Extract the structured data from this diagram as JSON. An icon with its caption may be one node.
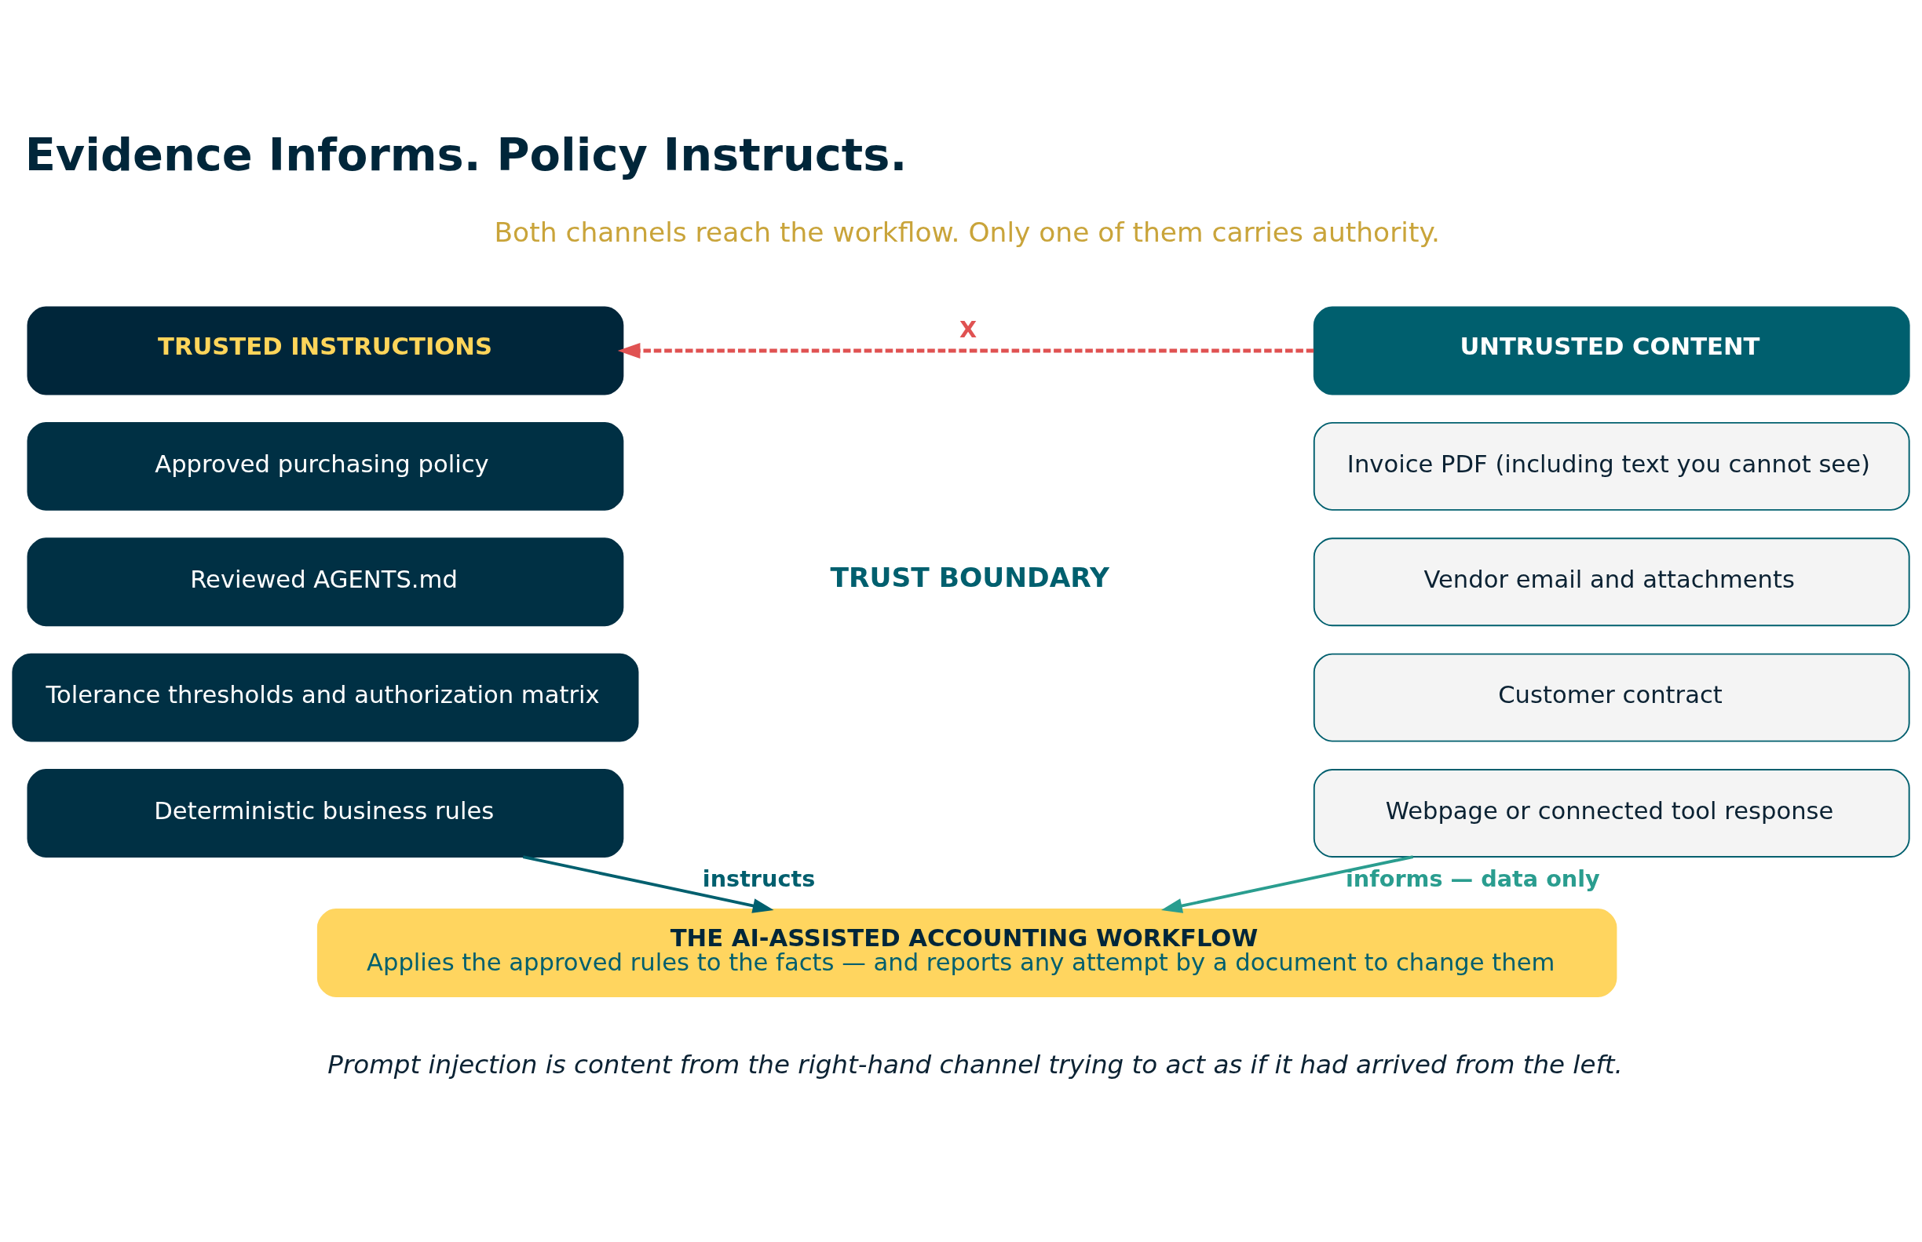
{
  "diagram": {
    "title": "Evidence Informs. Policy Instructs.",
    "caption": "Prompt injection is content from the right-hand channel trying to act as if it had arrived from the left.",
    "nodes": [
      {
        "text": [
          "TRUSTED INSTRUCTIONS"
        ]
      },
      {
        "text": [
          "Approved purchasing policy"
        ]
      },
      {
        "text": [
          "Reviewed AGENTS.md"
        ]
      },
      {
        "text": [
          "Tolerance thresholds and authorization matrix"
        ]
      },
      {
        "text": [
          "Deterministic business rules"
        ]
      },
      {
        "text": [
          "UNTRUSTED CONTENT"
        ]
      },
      {
        "text": [
          "Invoice PDF (including text you cannot see)"
        ]
      },
      {
        "text": [
          "Vendor email and attachments"
        ]
      },
      {
        "text": [
          "Customer contract"
        ]
      },
      {
        "text": [
          "Webpage or connected tool response"
        ]
      },
      {
        "text": [
          "THE AI-ASSISTED ACCOUNTING WORKFLOW",
          "Applies the approved rules to the facts — and reports any attempt by a document to change them"
        ]
      }
    ],
    "edges": [
      {
        "from": 5,
        "to": 0,
        "arrow": "to",
        "label": "X",
        "style": "dashed",
        "color": "#e05252"
      },
      {
        "from": 4,
        "to": 10,
        "arrow": "to",
        "label": "instructs",
        "color": "#005f6e"
      },
      {
        "from": 9,
        "to": 10,
        "arrow": "to",
        "label": "informs — data only",
        "color": "#2a9d8f"
      }
    ],
    "labels": [
      "Both channels reach the workflow. Only one of them carries authority.",
      "TRUST BOUNDARY"
    ]
  }
}
